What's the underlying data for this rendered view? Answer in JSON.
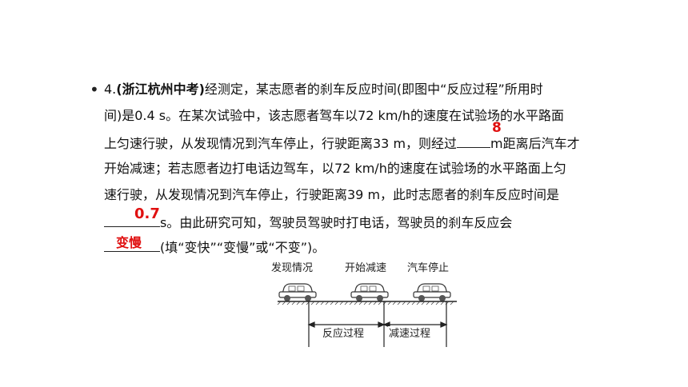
{
  "question": {
    "bullet": "•",
    "line1_num": "4.",
    "line1_source": "(浙江杭州中考)",
    "line1_rest": "经测定，某志愿者的刹车反应时间(即图中“反应过程”所用时",
    "line2": "间)是0.4 s。在某次试验中，该志愿者驾车以72 km/h的速度在试验场的水平路面",
    "line3_a": "上匀速行驶，从发现情况到汽车停止，行驶距离33 m，则经过",
    "line3_b": "m距离后汽车才",
    "line4": "开始减速；若志愿者边打电话边驾车，以72 km/h的速度在试验场的水平路面上匀",
    "line5": "速行驶，从发现情况到汽车停止，行驶距离39 m，此时志愿者的刹车反应时间是",
    "line6_b": "s。由此研究可知，驾驶员驾驶时打电话，驾驶员的刹车反应会",
    "line7_b": "(填“变快”“变慢”或“不变”)。"
  },
  "answers": {
    "a1": "8",
    "a2": "0.7",
    "a3": "变慢",
    "color": "#e01010"
  },
  "diagram": {
    "label_found": "发现情况",
    "label_decel_start": "开始减速",
    "label_stop": "汽车停止",
    "label_reaction": "反应过程",
    "label_decel": "减速过程"
  }
}
